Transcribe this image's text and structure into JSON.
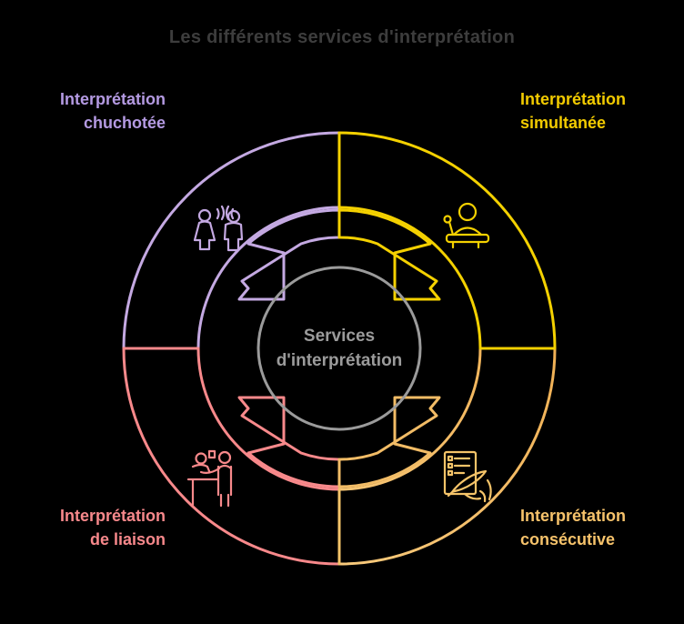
{
  "title": "Les différents services d'interprétation",
  "center_circle": {
    "line1": "Services",
    "line2": "d'interprétation"
  },
  "quadrants": [
    {
      "position": "top-left",
      "label_line1": "Interprétation",
      "label_line2": "chuchotée",
      "color": "#c4a9e2",
      "label_color": "#b49ae2",
      "icon": "whispering-people-icon"
    },
    {
      "position": "top-right",
      "label_line1": "Interprétation",
      "label_line2": "simultanée",
      "color": "#f4d100",
      "label_color": "#f2cb00",
      "icon": "speaker-at-desk-icon"
    },
    {
      "position": "bottom-left",
      "label_line1": "Interprétation",
      "label_line2": "de liaison",
      "color": "#f8898b",
      "label_color": "#f7888b",
      "icon": "liaison-meeting-icon"
    },
    {
      "position": "bottom-right",
      "label_line1": "Interprétation",
      "label_line2": "consécutive",
      "color": "#f2bc66",
      "label_color": "#f7c36b",
      "icon": "note-taking-quill-icon"
    }
  ],
  "colors": {
    "background": "#000000",
    "title": "#3d3d3d",
    "center_gray": "#9b9b9b",
    "purple": "#c4a9e2",
    "yellow": "#f4d100",
    "pink": "#f8898b",
    "orange": "#f2bc66",
    "orange_light": "#f5c469",
    "orange_grad_start": "#f0b054",
    "orange_grad_end": "#f8ca7c"
  }
}
